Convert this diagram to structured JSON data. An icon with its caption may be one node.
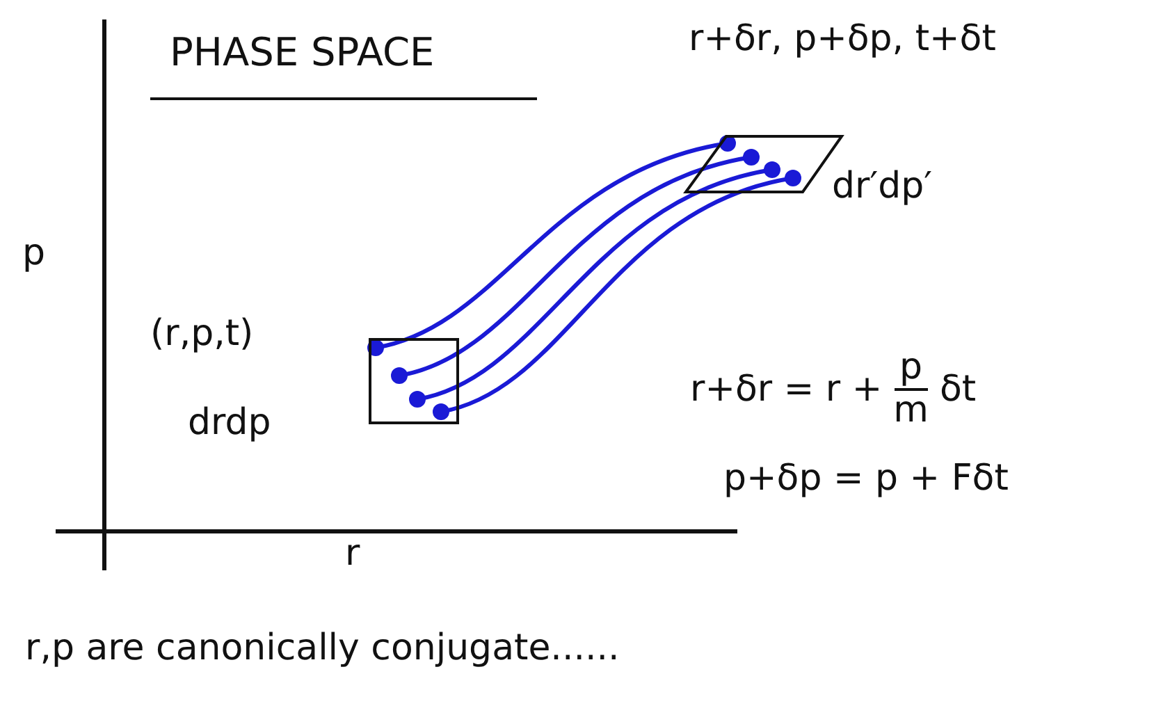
{
  "diagram": {
    "title": "PHASE SPACE",
    "nodes": [
      {
        "text": [],
        "shape": "box",
        "beside": [
          "(r,p,t)",
          "drdp"
        ]
      },
      {
        "text": [],
        "shape": "diamond",
        "beside": [
          "r+δr, p+δp, t+δt",
          "dr′dp′"
        ]
      }
    ],
    "edges": [
      {
        "from": 0,
        "to": 1,
        "arrow": "other"
      },
      {
        "from": 0,
        "to": 1,
        "arrow": "other"
      },
      {
        "from": 0,
        "to": 1,
        "arrow": "other"
      },
      {
        "from": 0,
        "to": 1,
        "arrow": "other"
      }
    ],
    "labels": [
      "p",
      "r+δr = r +",
      "p",
      "m",
      "δt",
      "p+δp = p + Fδt",
      "r",
      "r,p are canonically conjugate......"
    ]
  }
}
